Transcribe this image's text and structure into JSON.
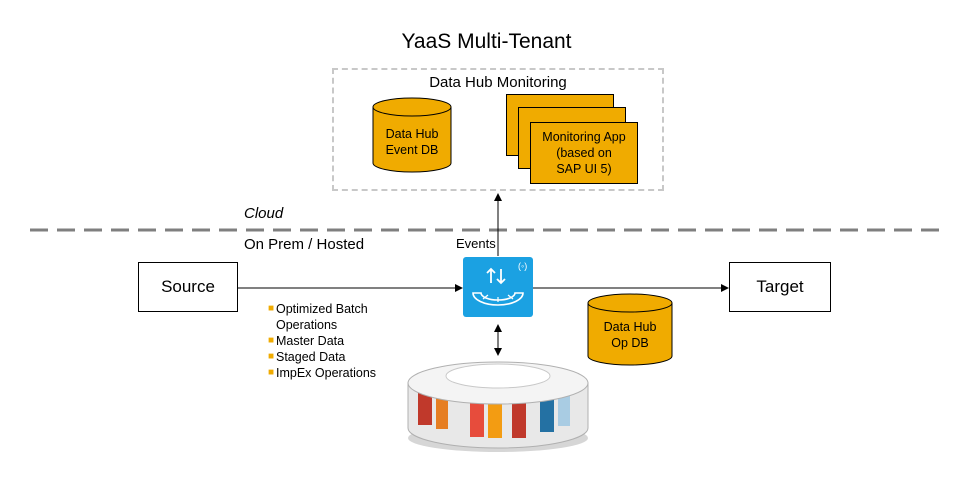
{
  "title": "YaaS Multi-Tenant",
  "monitoring": {
    "label": "Data Hub Monitoring",
    "event_db": [
      "Data Hub",
      "Event DB"
    ],
    "app": [
      "Monitoring App",
      "(based on",
      "SAP UI 5)"
    ]
  },
  "zones": {
    "cloud": "Cloud",
    "onprem": "On Prem / Hosted"
  },
  "events_label": "Events",
  "source": "Source",
  "target": "Target",
  "op_db": [
    "Data Hub",
    "Op DB"
  ],
  "bullets": [
    [
      "Optimized Batch",
      "Operations"
    ],
    [
      "Master Data"
    ],
    [
      "Staged Data"
    ],
    [
      "ImpEx Operations"
    ]
  ],
  "colors": {
    "db": "#f0ab00",
    "hub": "#1ba1e2",
    "divider": "#7f7f7f",
    "dashbox": "#c8c8c8"
  },
  "icons": {
    "hub": "data-hub-icon",
    "server": "server-appliance-image"
  }
}
